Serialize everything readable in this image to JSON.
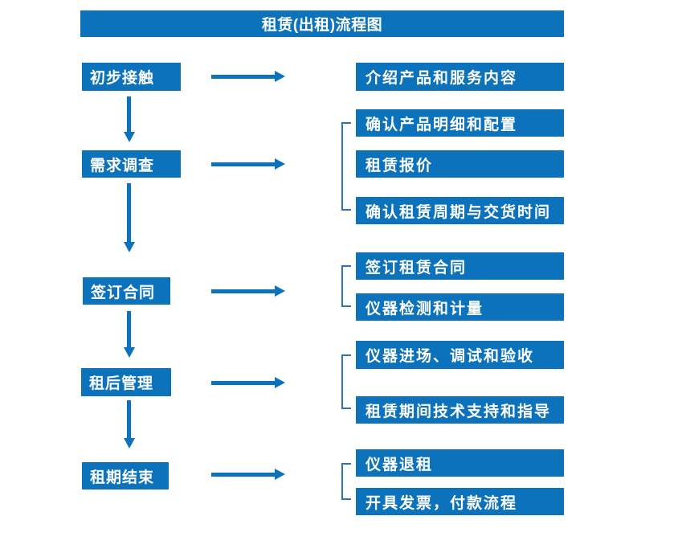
{
  "title": "租赁(出租)流程图",
  "colors": {
    "primary_blue": "#0d72bc",
    "bracket_blue": "#2e74b5",
    "text_on_blue": "#ffffff",
    "background": "#ffffff"
  },
  "stages": [
    {
      "label": "初步接触",
      "outputs": [
        "介绍产品和服务内容"
      ]
    },
    {
      "label": "需求调查",
      "outputs": [
        "确认产品明细和配置",
        "租赁报价",
        "确认租赁周期与交货时间"
      ]
    },
    {
      "label": "签订合同",
      "outputs": [
        "签订租赁合同",
        "仪器检测和计量"
      ]
    },
    {
      "label": "租后管理",
      "outputs": [
        "仪器进场、调试和验收",
        "租赁期间技术支持和指导"
      ]
    },
    {
      "label": "租期结束",
      "outputs": [
        "仪器退租",
        "开具发票，付款流程"
      ]
    }
  ]
}
